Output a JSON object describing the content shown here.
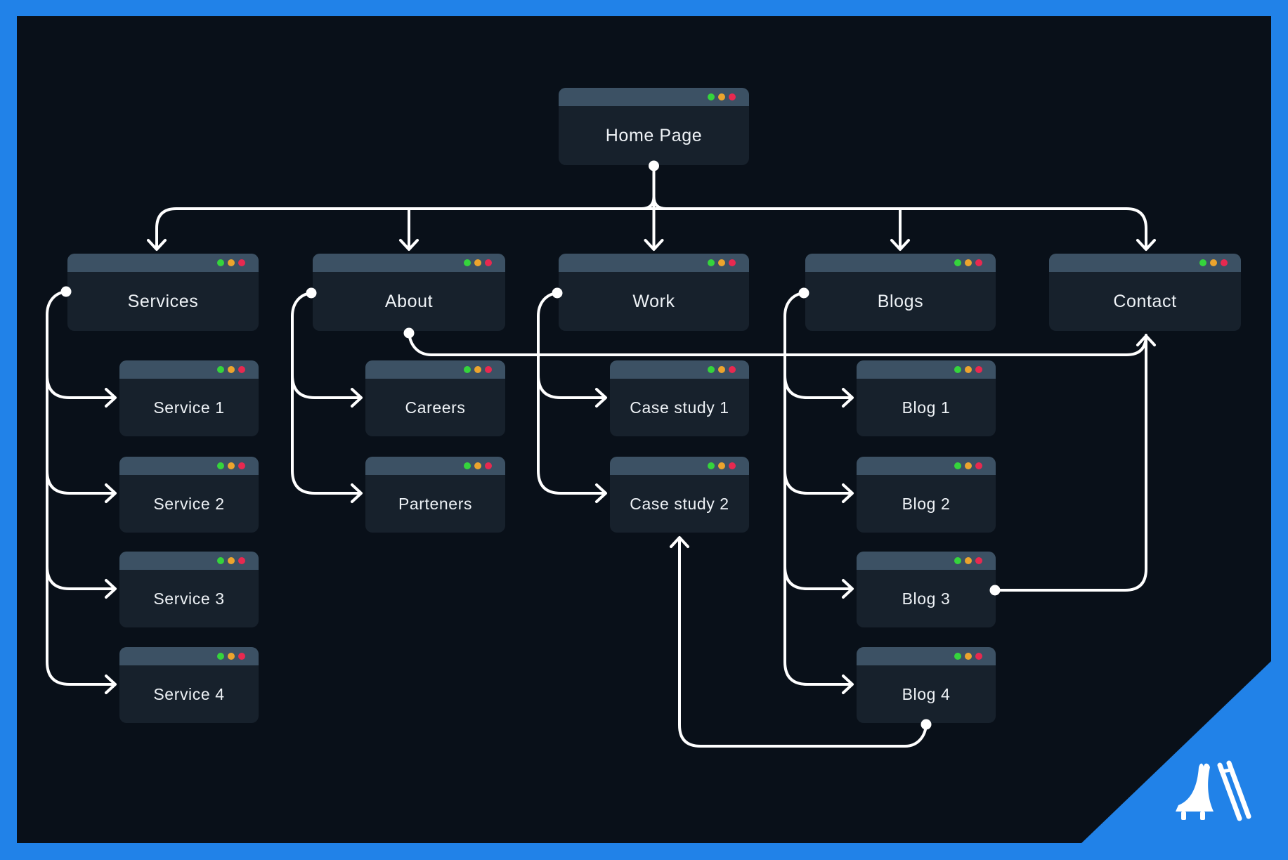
{
  "palette": {
    "frame_blue": "#2182e8",
    "panel_bg": "#091019",
    "node_body": "#17212c",
    "node_header": "#3c5164",
    "line_color": "#ffffff",
    "text_color": "#eef2f6",
    "traffic_green": "#35d43c",
    "traffic_yellow": "#eca42d",
    "traffic_red": "#e82950"
  },
  "nodes": {
    "home": {
      "label": "Home Page"
    },
    "services": {
      "label": "Services"
    },
    "about": {
      "label": "About"
    },
    "work": {
      "label": "Work"
    },
    "blogs": {
      "label": "Blogs"
    },
    "contact": {
      "label": "Contact"
    },
    "service1": {
      "label": "Service 1"
    },
    "service2": {
      "label": "Service 2"
    },
    "service3": {
      "label": "Service 3"
    },
    "service4": {
      "label": "Service 4"
    },
    "careers": {
      "label": "Careers"
    },
    "parteners": {
      "label": "Parteners"
    },
    "casestudy1": {
      "label": "Case study 1"
    },
    "casestudy2": {
      "label": "Case study 2"
    },
    "blog1": {
      "label": "Blog 1"
    },
    "blog2": {
      "label": "Blog 2"
    },
    "blog3": {
      "label": "Blog 3"
    },
    "blog4": {
      "label": "Blog 4"
    }
  },
  "connections": [
    {
      "from": "Home Page",
      "to": "Services"
    },
    {
      "from": "Home Page",
      "to": "About"
    },
    {
      "from": "Home Page",
      "to": "Work"
    },
    {
      "from": "Home Page",
      "to": "Blogs"
    },
    {
      "from": "Home Page",
      "to": "Contact"
    },
    {
      "from": "Services",
      "to": "Service 1"
    },
    {
      "from": "Services",
      "to": "Service 2"
    },
    {
      "from": "Services",
      "to": "Service 3"
    },
    {
      "from": "Services",
      "to": "Service 4"
    },
    {
      "from": "About",
      "to": "Careers"
    },
    {
      "from": "About",
      "to": "Parteners"
    },
    {
      "from": "Work",
      "to": "Case study 1"
    },
    {
      "from": "Work",
      "to": "Case study 2"
    },
    {
      "from": "Blogs",
      "to": "Blog 1"
    },
    {
      "from": "Blogs",
      "to": "Blog 2"
    },
    {
      "from": "Blogs",
      "to": "Blog 3"
    },
    {
      "from": "Blogs",
      "to": "Blog 4"
    },
    {
      "from": "About",
      "to": "Contact"
    },
    {
      "from": "Blog 3",
      "to": "Contact"
    },
    {
      "from": "Blog 4",
      "to": "Case study 2"
    }
  ],
  "logo": {
    "icon": "playground-slide"
  }
}
